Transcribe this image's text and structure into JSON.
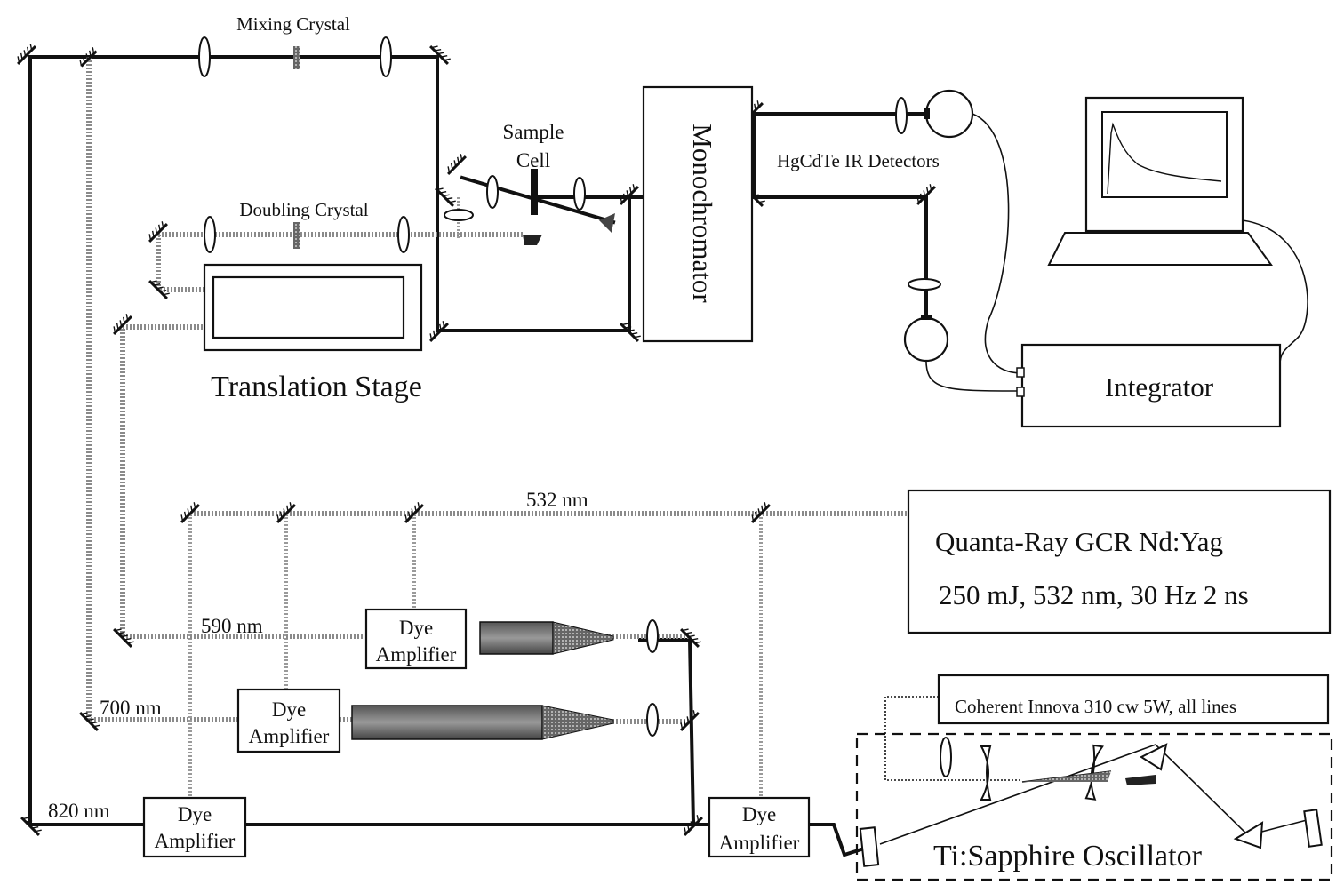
{
  "diagram": {
    "labels": {
      "mixing_crystal": "Mixing Crystal",
      "sample_cell_1": "Sample",
      "sample_cell_2": "Cell",
      "doubling_crystal": "Doubling Crystal",
      "monochromator": "Monochromator",
      "detectors": "HgCdTe IR Detectors",
      "translation_stage": "Translation Stage",
      "integrator": "Integrator",
      "wavelength_532": "532 nm",
      "wavelength_590": "590 nm",
      "wavelength_700": "700 nm",
      "wavelength_820": "820 nm",
      "nd_yag_line1": "Quanta-Ray GCR Nd:Yag",
      "nd_yag_line2": "250 mJ, 532 nm, 30 Hz 2 ns",
      "pump_laser": "Coherent Innova 310 cw 5W, all lines",
      "oscillator": "Ti:Sapphire Oscillator",
      "dye_amp_line1": "Dye",
      "dye_amp_line2": "Amplifier"
    }
  }
}
